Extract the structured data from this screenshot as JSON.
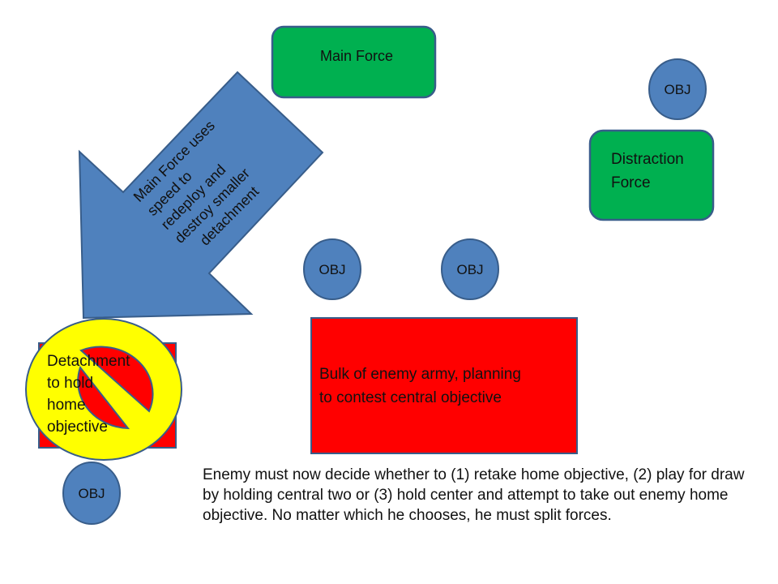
{
  "colors": {
    "green": "#00B050",
    "blue": "#4F81BD",
    "red": "#FF0000",
    "yellow": "#FFFF00",
    "stroke": "#385D8A"
  },
  "main_force": {
    "label": "Main Force"
  },
  "distraction_force": {
    "lines": [
      "Distraction",
      "Force"
    ]
  },
  "objective_label": "OBJ",
  "arrow": {
    "lines": [
      "Main Force uses",
      "speed to",
      "redeploy and",
      "destroy smaller",
      "detachment"
    ]
  },
  "detachment": {
    "lines": [
      "Detachment",
      "to hold",
      "home",
      "objective"
    ]
  },
  "enemy_bulk": {
    "lines": [
      "Bulk of enemy army, planning",
      "to contest central objective"
    ]
  },
  "note": "Enemy must now decide whether to (1) retake home objective, (2) play for draw by holding central two or (3) hold center and attempt to take out enemy home objective. No matter which he chooses, he must split forces."
}
